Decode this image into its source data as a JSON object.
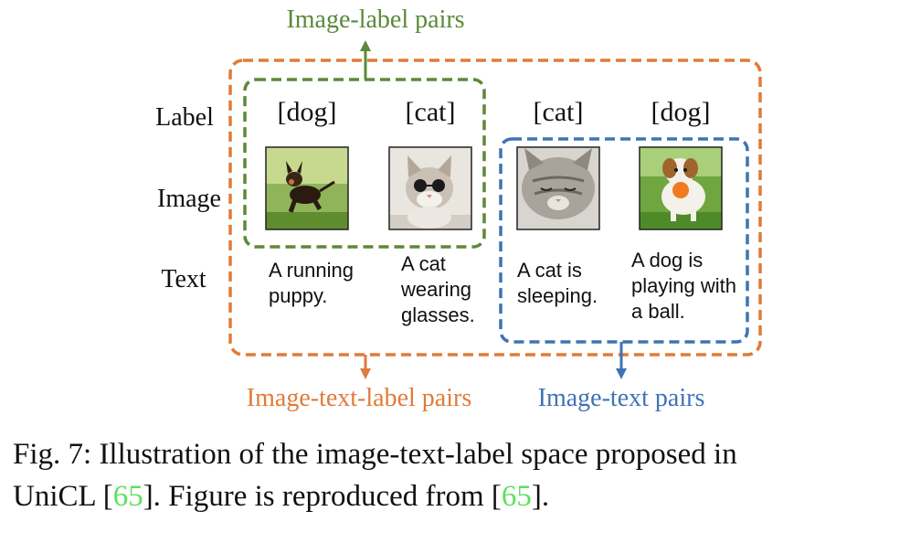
{
  "colors": {
    "orange": "#e07b39",
    "green": "#5a8a3a",
    "blue": "#3f73b6",
    "text": "#111111",
    "ref_link": "#5ee05e"
  },
  "diagram": {
    "row_labels": [
      "Label",
      "Image",
      "Text"
    ],
    "group_titles": {
      "image_label": "Image-label pairs",
      "image_text_label": "Image-text-label pairs",
      "image_text": "Image-text pairs"
    },
    "items": [
      {
        "label": "[dog]",
        "image_icon": "running-puppy-photo",
        "text_lines": [
          "A running",
          "puppy."
        ]
      },
      {
        "label": "[cat]",
        "image_icon": "cat-with-glasses-photo",
        "text_lines": [
          "A cat",
          "wearing",
          "glasses."
        ]
      },
      {
        "label": "[cat]",
        "image_icon": "sleeping-cat-photo",
        "text_lines": [
          "A cat is",
          "sleeping."
        ]
      },
      {
        "label": "[dog]",
        "image_icon": "dog-with-ball-photo",
        "text_lines": [
          "A dog is",
          "playing with",
          "a ball."
        ]
      }
    ]
  },
  "caption": {
    "part1": "Fig. 7: Illustration of the image-text-label space proposed in",
    "part2": "UniCL [",
    "ref1": "65",
    "part3": "]. Figure is reproduced from [",
    "ref2": "65",
    "part4": "]."
  }
}
